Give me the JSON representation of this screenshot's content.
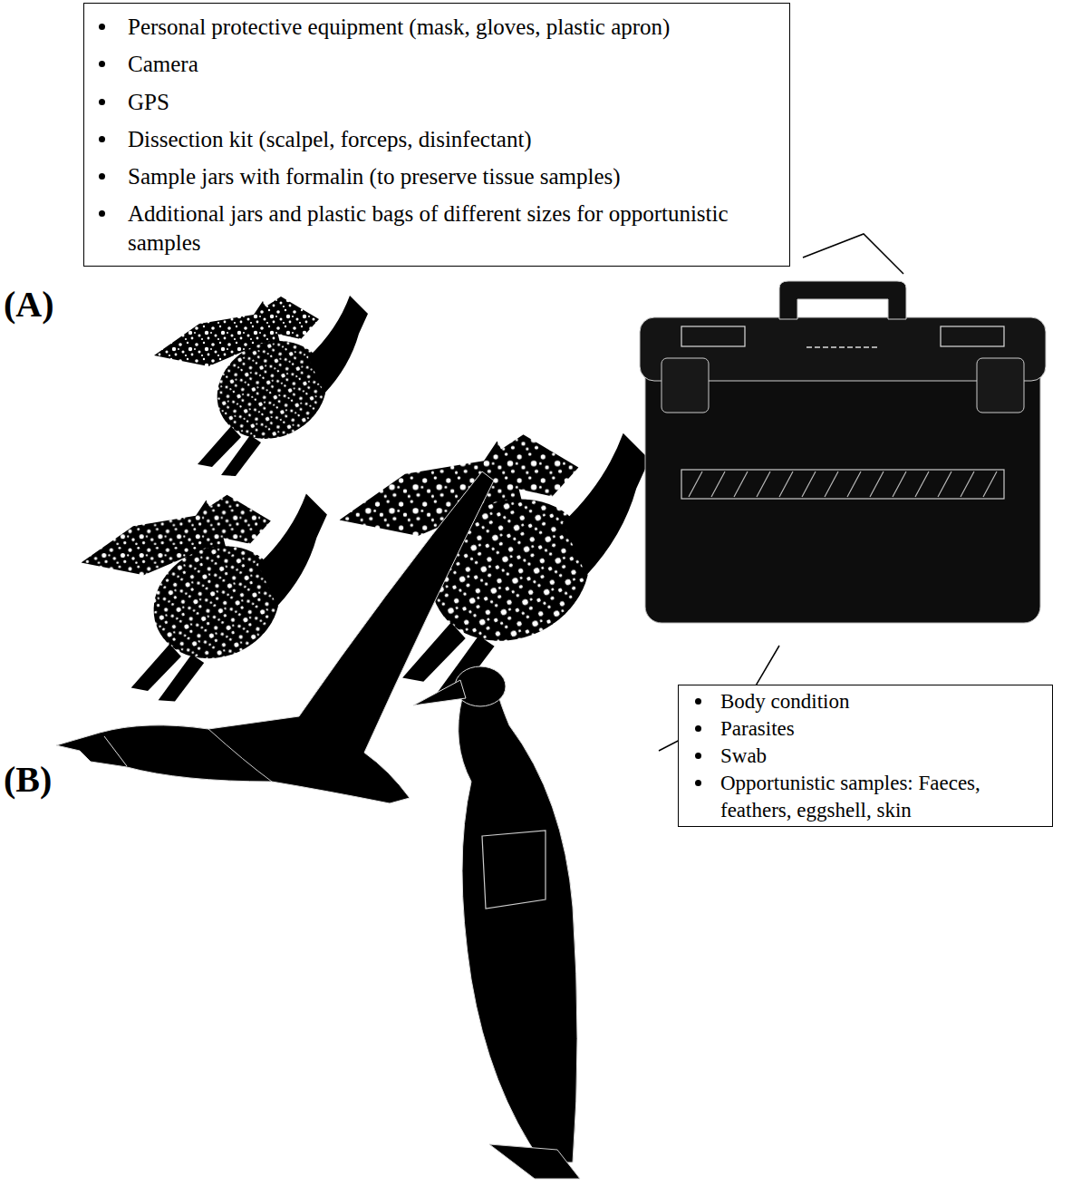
{
  "diagram": {
    "nodes": [
      {
        "text": [
          "Personal protective equipment (mask, gloves, plastic apron)",
          "Camera",
          "GPS",
          "Dissection kit (scalpel, forceps, disinfectant)",
          "Sample jars with formalin (to preserve tissue samples)",
          "Additional jars and plastic bags of different sizes for opportunistic samples"
        ]
      },
      {
        "text": [
          "Body condition",
          "Parasites",
          "Swab",
          "Opportunistic samples: Faeces, feathers, eggshell, skin"
        ]
      }
    ],
    "labels": [
      "(A)",
      "(B)"
    ]
  }
}
